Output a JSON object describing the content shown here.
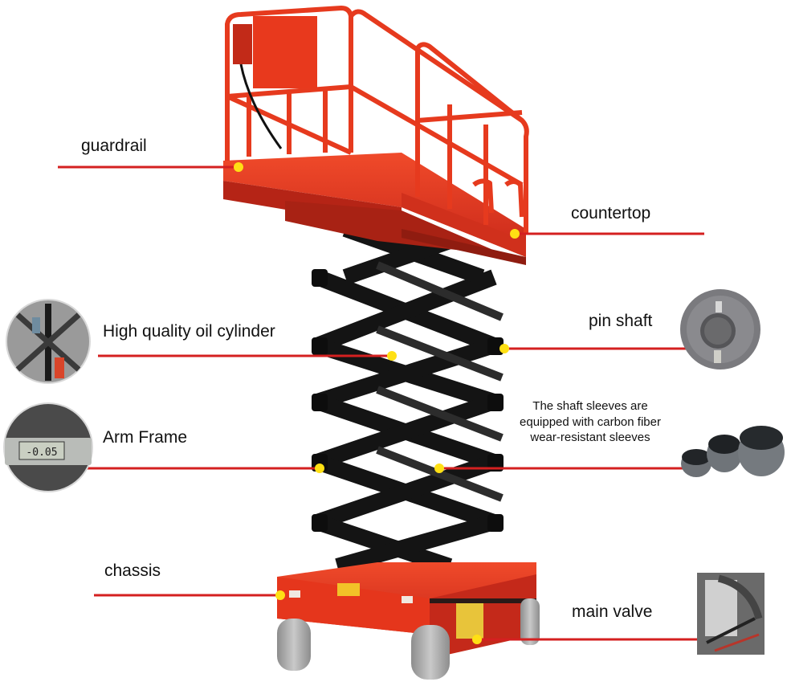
{
  "diagram": {
    "subject": "scissor lift",
    "line_color": "#d42020",
    "marker_color": "#ffe014",
    "machine_color": "#e8391d",
    "callouts": [
      {
        "id": "guardrail",
        "label": "guardrail",
        "side": "left"
      },
      {
        "id": "countertop",
        "label": "countertop",
        "side": "right"
      },
      {
        "id": "oil-cylinder",
        "label": "High quality oil cylinder",
        "side": "left",
        "thumbnail": "oil-cylinder-photo"
      },
      {
        "id": "pin-shaft",
        "label": "pin shaft",
        "side": "right",
        "thumbnail": "pin-shaft-photo"
      },
      {
        "id": "arm-frame",
        "label": "Arm Frame",
        "side": "left",
        "thumbnail": "caliper-measurement-photo",
        "thumbnail_reading": "-0.05"
      },
      {
        "id": "shaft-sleeves",
        "label": "The shaft sleeves are equipped with carbon fiber wear-resistant sleeves",
        "label_lines": [
          "The shaft sleeves are",
          "equipped with carbon fiber",
          "wear-resistant sleeves"
        ],
        "side": "right",
        "thumbnail": "sleeves-photo"
      },
      {
        "id": "chassis",
        "label": "chassis",
        "side": "left"
      },
      {
        "id": "main-valve",
        "label": "main valve",
        "side": "right",
        "thumbnail": "main-valve-photo"
      }
    ]
  }
}
